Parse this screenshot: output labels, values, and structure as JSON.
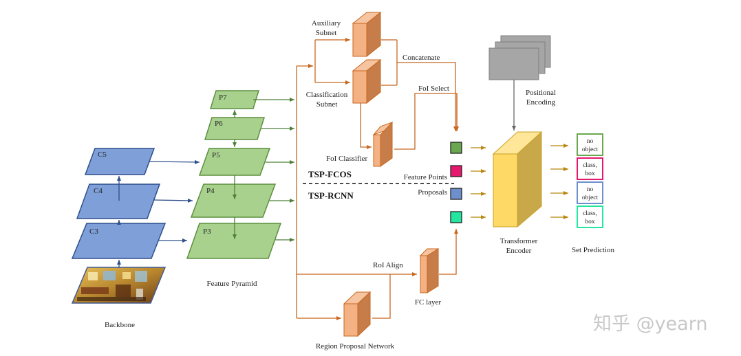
{
  "diagram": {
    "backbone": {
      "label": "Backbone",
      "levels": [
        "C3",
        "C4",
        "C5"
      ]
    },
    "feature_pyramid": {
      "label": "Feature Pyramid",
      "levels": [
        "P3",
        "P4",
        "P5",
        "P6",
        "P7"
      ]
    },
    "heads": {
      "auxiliary_subnet": [
        "Auxiliary",
        "Subnet"
      ],
      "classification_subnet": [
        "Classification",
        "Subnet"
      ],
      "foi_classifier": "FoI Classifier",
      "concatenate": "Concatenate",
      "foi_select": "FoI Select",
      "roi_align": "RoI Align",
      "fc_layer": "FC layer",
      "rpn": "Region Proposal Network"
    },
    "branches": {
      "top": "TSP-FCOS",
      "bottom": "TSP-RCNN"
    },
    "tokens": {
      "feature_points": "Feature Points",
      "proposals": "Proposals",
      "colors": [
        "#6aa84f",
        "#e5186e",
        "#6d8fce",
        "#23e6a0"
      ]
    },
    "positional_encoding": [
      "Positional",
      "Encoding"
    ],
    "transformer": [
      "Transformer",
      "Encoder"
    ],
    "set_prediction": {
      "label": "Set Prediction",
      "outputs": [
        {
          "lines": [
            "no",
            "object"
          ],
          "color": "#6aa84f"
        },
        {
          "lines": [
            "class,",
            "box"
          ],
          "color": "#e5186e"
        },
        {
          "lines": [
            "no",
            "object"
          ],
          "color": "#6d8fce"
        },
        {
          "lines": [
            "class,",
            "box"
          ],
          "color": "#23e6a0"
        }
      ]
    },
    "watermark": "知乎 @yearn"
  }
}
